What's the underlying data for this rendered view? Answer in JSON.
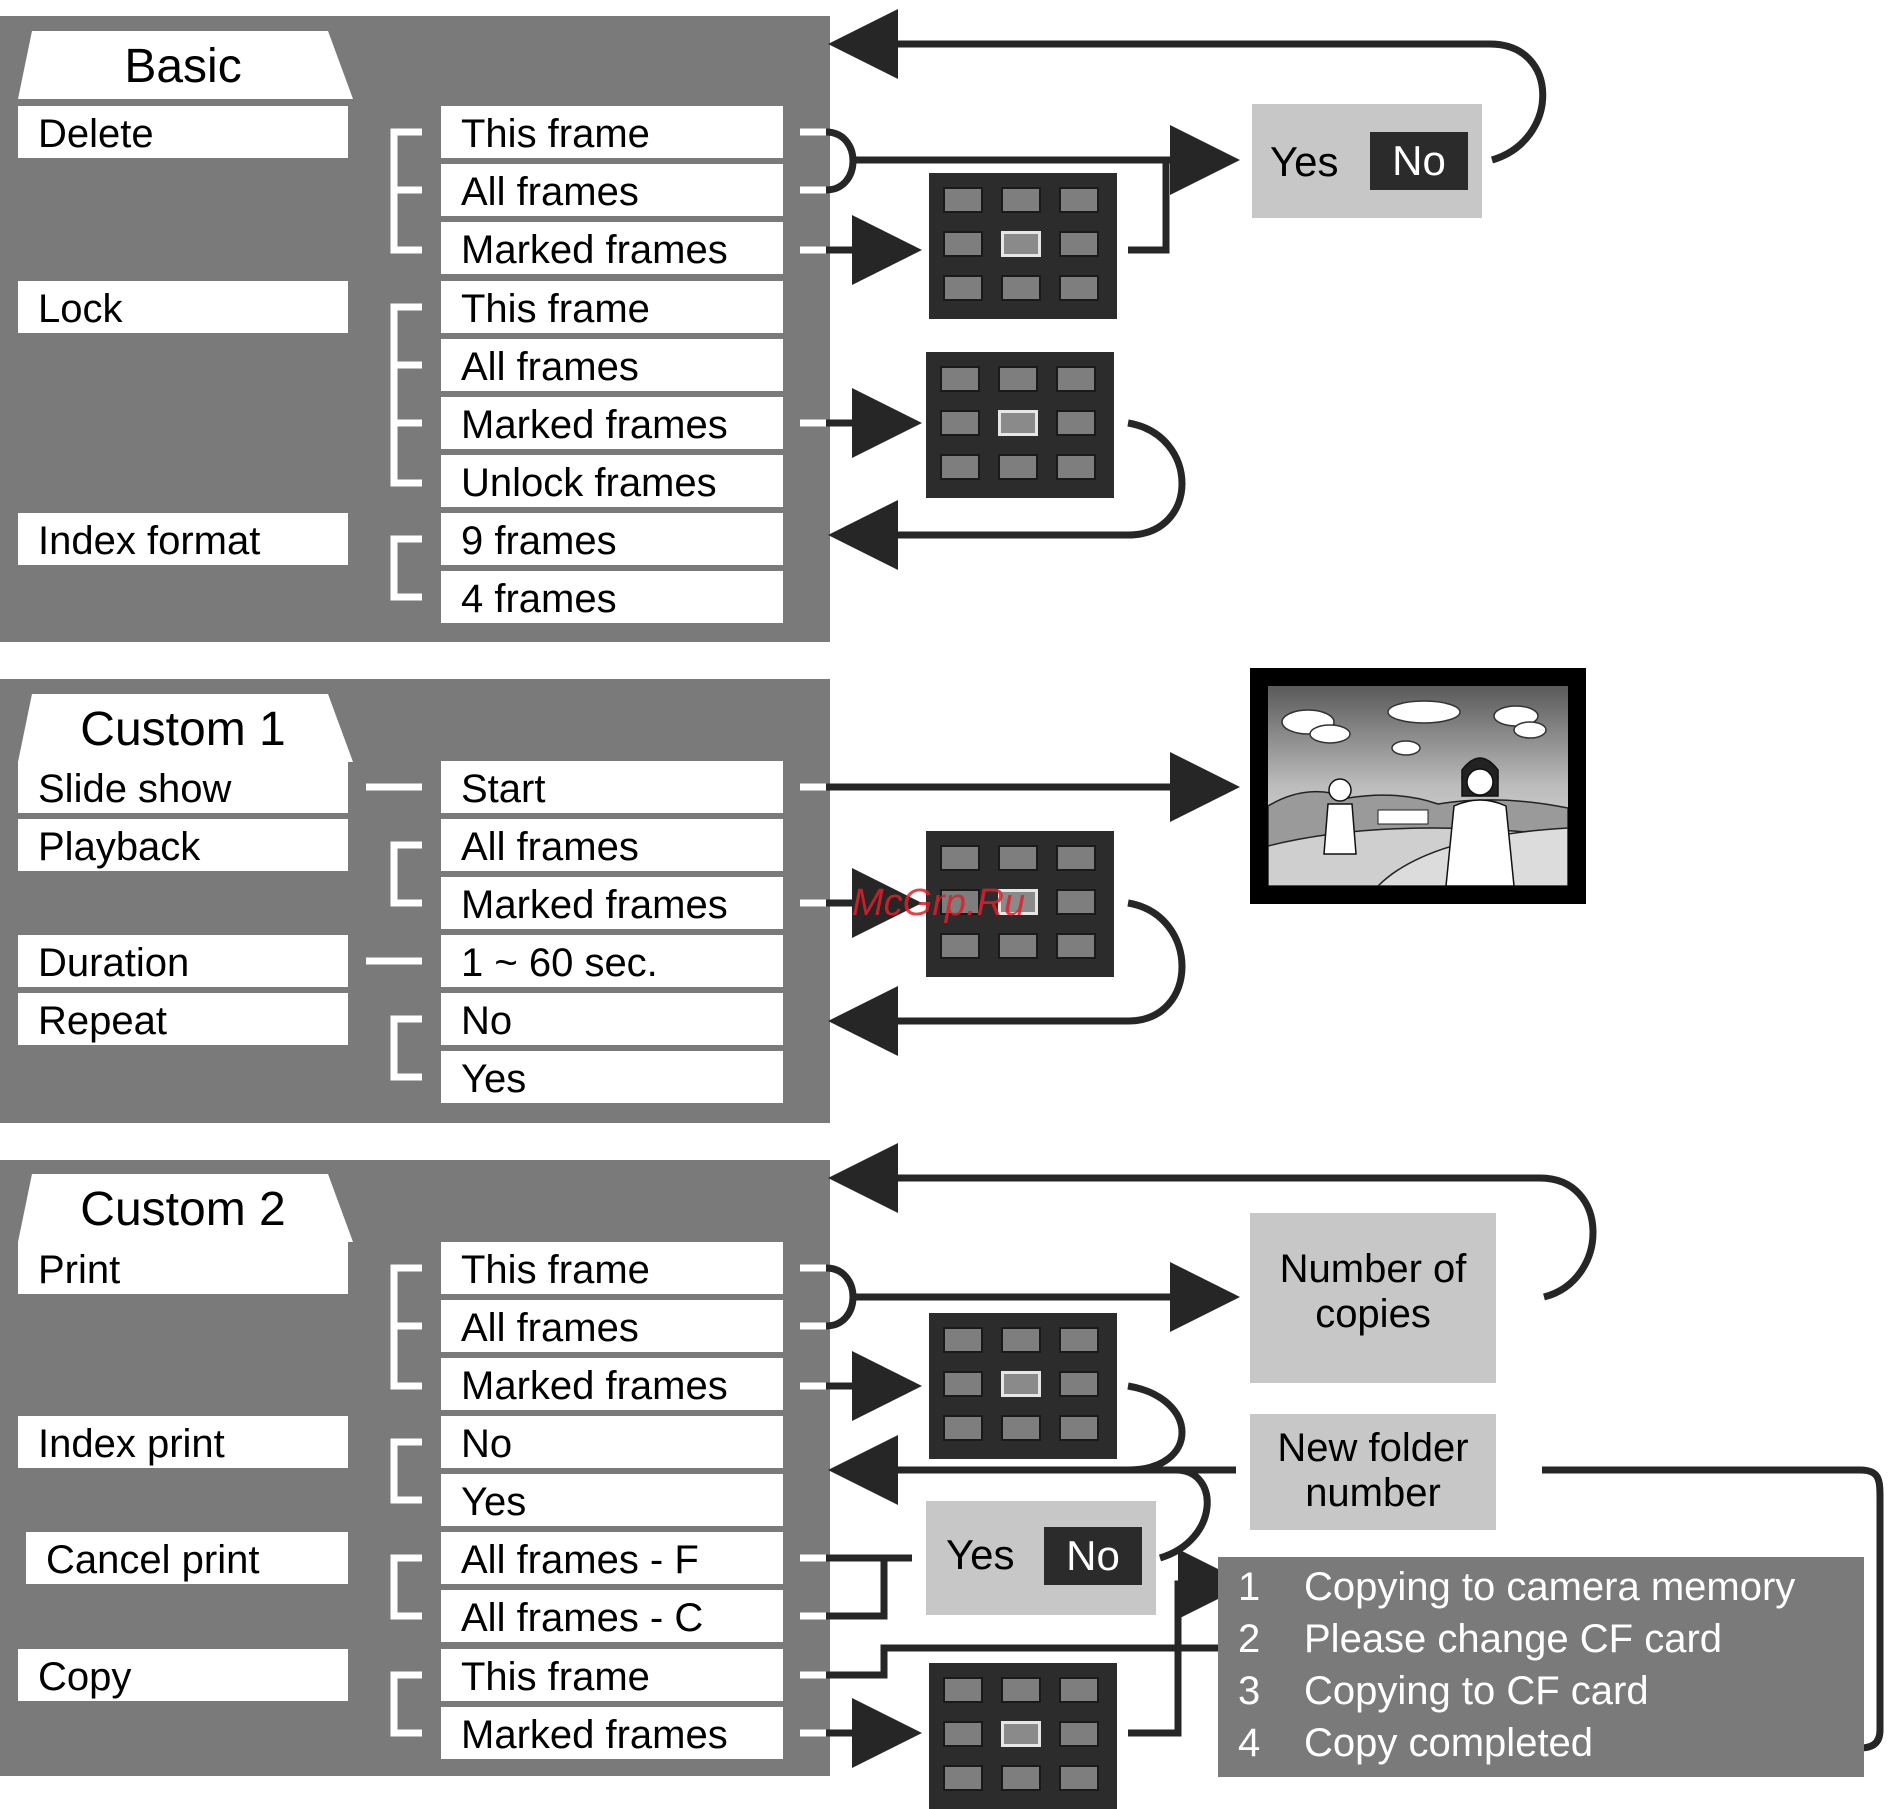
{
  "sections": [
    {
      "title": "Basic",
      "menus": [
        {
          "label": "Delete",
          "options": [
            "This frame",
            "All frames",
            "Marked frames"
          ]
        },
        {
          "label": "Lock",
          "options": [
            "This frame",
            "All frames",
            "Marked frames",
            "Unlock frames"
          ]
        },
        {
          "label": "Index format",
          "options": [
            "9 frames",
            "4 frames"
          ]
        }
      ]
    },
    {
      "title": "Custom 1",
      "menus": [
        {
          "label": "Slide show",
          "options": [
            "Start"
          ]
        },
        {
          "label": "Playback",
          "options": [
            "All frames",
            "Marked frames"
          ]
        },
        {
          "label": "Duration",
          "options": [
            "1 ~ 60 sec."
          ]
        },
        {
          "label": "Repeat",
          "options": [
            "No",
            "Yes"
          ]
        }
      ]
    },
    {
      "title": "Custom 2",
      "menus": [
        {
          "label": "Print",
          "options": [
            "This frame",
            "All frames",
            "Marked frames"
          ]
        },
        {
          "label": "Index print",
          "options": [
            "No",
            "Yes"
          ]
        },
        {
          "label": "Cancel print",
          "options": [
            "All frames - F",
            "All frames - C"
          ]
        },
        {
          "label": "Copy",
          "options": [
            "This frame",
            "Marked frames"
          ]
        }
      ]
    }
  ],
  "confirm_dialogs": [
    {
      "yes": "Yes",
      "no": "No"
    },
    {
      "yes": "Yes",
      "no": "No"
    }
  ],
  "boxes": {
    "number_of_copies": "Number of copies",
    "new_folder_number": "New folder number"
  },
  "copy_steps": [
    {
      "num": "1",
      "text": "Copying to camera memory"
    },
    {
      "num": "2",
      "text": "Please change CF card"
    },
    {
      "num": "3",
      "text": "Copying to CF card"
    },
    {
      "num": "4",
      "text": "Copy completed"
    }
  ],
  "watermark": "McGrp.Ru",
  "colors": {
    "panel": "#7a7a7a",
    "item_bg": "#ffffff",
    "dialog_bg": "#c7c7c7",
    "no_button": "#2b2b2b",
    "connector": "#262626"
  },
  "icons": {
    "frame_grid": "index-grid-icon",
    "slideshow_preview": "slideshow-photo-icon"
  }
}
